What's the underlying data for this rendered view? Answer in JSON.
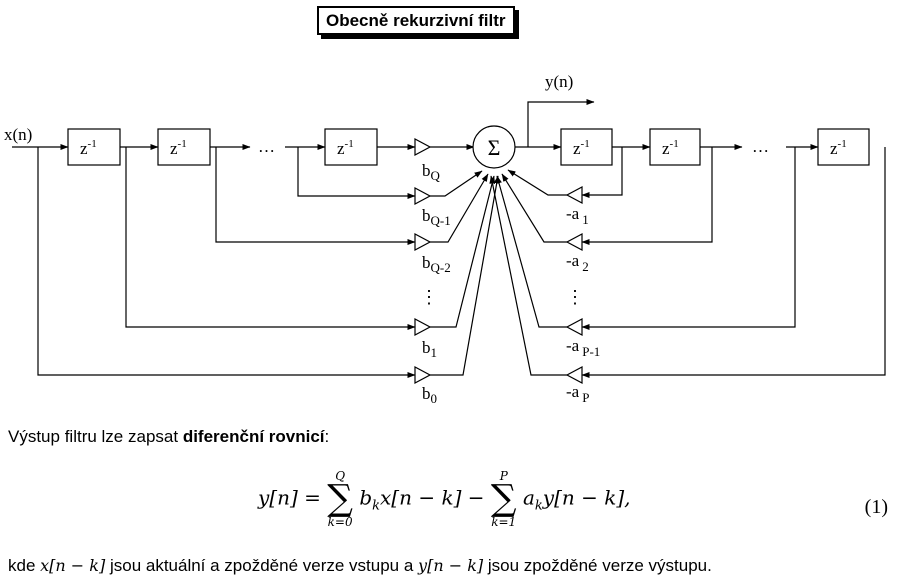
{
  "title": "Obecně rekurzivní filtr",
  "diagram": {
    "input_label": "x(n)",
    "output_label": "y(n)",
    "delay": "z",
    "delay_exp": "-1",
    "dots": "…",
    "sum": "Σ",
    "b_main": "b",
    "b_subs": [
      "Q",
      "Q-1",
      "Q-2",
      "1",
      "0"
    ],
    "a_main": "-a",
    "a_subs": [
      "1",
      "2",
      "P-1",
      "P"
    ]
  },
  "text": {
    "intro_pre": "Výstup filtru lze zapsat ",
    "intro_bold": "diferenční rovnicí",
    "intro_post": ":",
    "eq_lhs": "y[n] =",
    "sum1_top": "Q",
    "sum1_bot": "k=0",
    "eq_term1": "b",
    "eq_term1_sub": "k",
    "eq_term1_rest": "x[n − k] −",
    "sum2_top": "P",
    "sum2_bot": "k=1",
    "eq_term2": "a",
    "eq_term2_sub": "k",
    "eq_term2_rest": "y[n − k],",
    "eq_number": "(1)",
    "outro_1": "kde ",
    "outro_m1": "x[n − k]",
    "outro_2": " jsou aktuální a zpožděné verze vstupu a ",
    "outro_m2": "y[n − k]",
    "outro_3": " jsou zpožděné verze výstupu."
  }
}
